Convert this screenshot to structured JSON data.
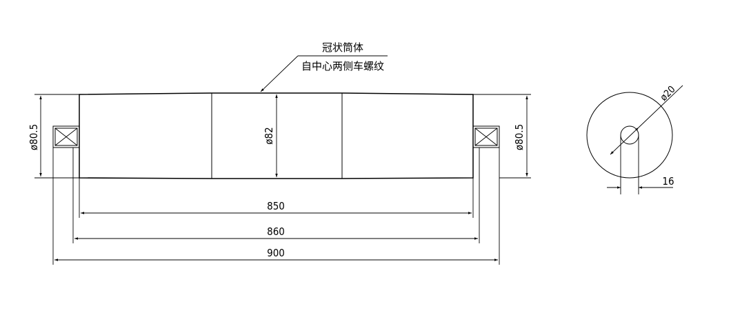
{
  "note": {
    "line1": "冠状筒体",
    "line2": "自中心两侧车螺纹"
  },
  "dimensions": {
    "length_850": "850",
    "length_860": "860",
    "length_900": "900",
    "dia_left": "ø80.5",
    "dia_center": "ø82",
    "dia_right": "ø80.5",
    "dia_bore": "ø20",
    "hub_width": "16"
  }
}
